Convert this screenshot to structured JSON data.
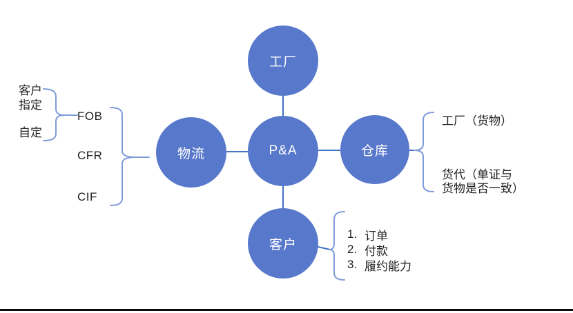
{
  "nodes": {
    "top": "工厂",
    "center": "P&A",
    "left": "物流",
    "right": "仓库",
    "bottom": "客户"
  },
  "logistics": {
    "fob_option_1": "客户\n指定",
    "fob_option_2": "自定",
    "terms": [
      "FOB",
      "CFR",
      "CIF"
    ]
  },
  "warehouse": {
    "note_1": "工厂（货物）",
    "note_2": "货代（单证与\n货物是否一致）"
  },
  "customer": {
    "items": [
      {
        "num": "1.",
        "label": "订单"
      },
      {
        "num": "2.",
        "label": "付款"
      },
      {
        "num": "3.",
        "label": "履约能力"
      }
    ]
  },
  "colors": {
    "circle_fill": "#5878CB",
    "connector": "#4472C4",
    "brace": "#7F9CD9"
  }
}
